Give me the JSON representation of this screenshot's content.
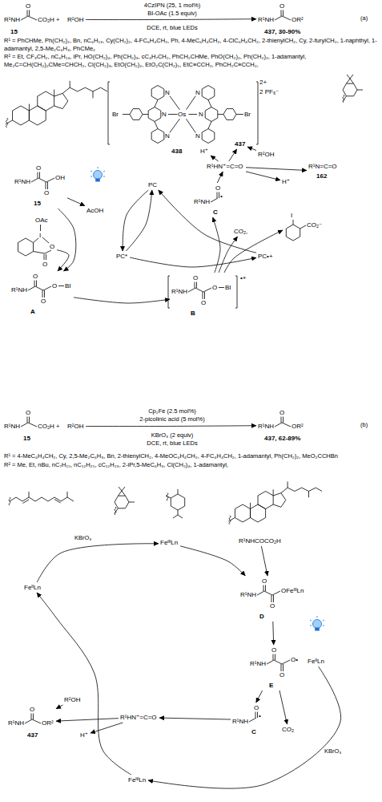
{
  "diagram": {
    "nodes": [
      {
        "text": [
          "O",
          "R¹NH",
          "CO₂H",
          "15"
        ]
      },
      {
        "text": [
          "R²OH"
        ]
      },
      {
        "text": [
          "O",
          "R¹NH",
          "OR²",
          "437, 30-90%"
        ]
      },
      {
        "text": [
          "Br",
          "N",
          "N",
          "N",
          "Os",
          "N",
          "N",
          "N",
          "Br",
          "2+",
          "2 PF₆⁻",
          "438"
        ]
      },
      {
        "text": [
          "O",
          "R¹NH",
          "OH",
          "O",
          "15"
        ]
      },
      {
        "text": [
          "PC"
        ]
      },
      {
        "text": [
          "PC*"
        ]
      },
      {
        "text": [
          "PC•+"
        ]
      },
      {
        "text": [
          "OAc",
          "I",
          "O",
          "O"
        ]
      },
      {
        "text": [
          "O",
          "R¹NH",
          "O",
          "BI",
          "O",
          "A"
        ]
      },
      {
        "text": [
          "O",
          "R¹NH",
          "O",
          "BI",
          "O",
          "•+",
          "B"
        ]
      },
      {
        "text": [
          "O",
          "R¹NH",
          "•",
          "C"
        ]
      },
      {
        "text": [
          "I",
          "CO₂⁻"
        ]
      },
      {
        "text": [
          "CO₂,"
        ]
      },
      {
        "text": [
          "R¹HN⁺=C=O"
        ]
      },
      {
        "text": [
          "R¹N=C=O",
          "162"
        ]
      },
      {
        "text": [
          "437"
        ]
      },
      {
        "text": [
          "R²OH"
        ]
      },
      {
        "text": [
          "H⁺"
        ]
      },
      {
        "text": [
          "H⁺"
        ]
      },
      {
        "text": [
          "AcOH"
        ]
      },
      {
        "text": [
          "O",
          "R¹NH",
          "CO₂H",
          "15"
        ]
      },
      {
        "text": [
          "R²OH"
        ]
      },
      {
        "text": [
          "O",
          "R¹NH",
          "OR²",
          "437, 62-89%"
        ]
      },
      {
        "text": [
          "FeᴵᴵᴵLn"
        ]
      },
      {
        "text": [
          "R¹NHCOCO₂H"
        ]
      },
      {
        "text": [
          "O",
          "R¹NH",
          "OFeᴵᴵᴵLn",
          "O",
          "D"
        ]
      },
      {
        "text": [
          "O",
          "R¹NH",
          "O•",
          "O",
          "E"
        ]
      },
      {
        "text": [
          "FeᴵᴵLn"
        ]
      },
      {
        "text": [
          "O",
          "R¹NH",
          "•",
          "C"
        ]
      },
      {
        "text": [
          "CO₂"
        ]
      },
      {
        "text": [
          "FeᴵᴵᴵLn"
        ]
      },
      {
        "text": [
          "R¹HN⁺=C=O"
        ]
      },
      {
        "text": [
          "R²OH"
        ]
      },
      {
        "text": [
          "H⁺"
        ]
      },
      {
        "text": [
          "O",
          "R¹NH",
          "OR²",
          "437"
        ]
      },
      {
        "text": [
          "FeᴵᴵLn"
        ]
      }
    ],
    "edges": [
      {
        "from": 1,
        "to": 2,
        "arrow": "to"
      },
      {
        "from": 4,
        "to": 9,
        "arrow": "to"
      },
      {
        "from": 8,
        "to": 9,
        "arrow": "to"
      },
      {
        "from": 4,
        "to": 20,
        "arrow": "to"
      },
      {
        "from": 5,
        "to": 6,
        "arrow": "to"
      },
      {
        "from": 6,
        "to": 5,
        "arrow": "to"
      },
      {
        "from": 6,
        "to": 7,
        "arrow": "to"
      },
      {
        "from": 9,
        "to": 10,
        "arrow": "to"
      },
      {
        "from": 7,
        "to": 5,
        "arrow": "to"
      },
      {
        "from": 10,
        "to": 11,
        "arrow": "to"
      },
      {
        "from": 10,
        "to": 13,
        "arrow": "to"
      },
      {
        "from": 10,
        "to": 12,
        "arrow": "to"
      },
      {
        "from": 11,
        "to": 14,
        "arrow": "to"
      },
      {
        "from": 14,
        "to": 16,
        "arrow": "to"
      },
      {
        "from": 17,
        "to": 16,
        "arrow": "to"
      },
      {
        "from": 14,
        "to": 18,
        "arrow": "to"
      },
      {
        "from": 14,
        "to": 15,
        "arrow": "to"
      },
      {
        "from": 14,
        "to": 19,
        "arrow": "to"
      },
      {
        "from": 22,
        "to": 23,
        "arrow": "to"
      },
      {
        "from": 36,
        "to": 24,
        "label": "KBrO₃",
        "arrow": "to"
      },
      {
        "from": 24,
        "to": 26,
        "arrow": "to"
      },
      {
        "from": 25,
        "to": 26,
        "arrow": "to"
      },
      {
        "from": 26,
        "to": 27,
        "arrow": "to"
      },
      {
        "from": 27,
        "to": 29,
        "arrow": "to"
      },
      {
        "from": 27,
        "to": 30,
        "arrow": "to"
      },
      {
        "from": 28,
        "to": 31,
        "label": "KBrO₃",
        "arrow": "to"
      },
      {
        "from": 29,
        "to": 32,
        "arrow": "to"
      },
      {
        "from": 31,
        "to": 36,
        "arrow": "to"
      },
      {
        "from": 32,
        "to": 35,
        "arrow": "to"
      },
      {
        "from": 32,
        "to": 34,
        "arrow": "to"
      },
      {
        "from": 33,
        "to": 35,
        "arrow": "to"
      }
    ],
    "labels": [
      "4CzIPN (25, 1 mol%)",
      "BI-OAc (1.5 equiv)",
      "DCE, rt, blue LEDs",
      "(a)",
      "+",
      "R¹ = PhCHMe, Ph(CH₂)₂, Bn, nC₆H₁₃, Cy(CH₂)₂, 4-FC₆H₄CH₂, Ph, 4-MeC₆H₄CH₂, 4-ClC₆H₄CH₂, 2-thienylCH₂, Cy, 2-furylCH₂, 1-naphthyl, 1-adamantyl, 2,5-Me₂C₆H₃, PhCMe₂",
      "R² = Et, CF₃CH₂, nC₆H₁₃, iPr, HO(CH₂)₄, Ph(CH₂)₃, cC₄H₇CH₂, PhCH₂CHMe, PhO(CH₂)₂, Ph(CH₂)₂, 1-adamantyl, Me₂C=CH(CH₂)₂CMe=CHCH₂, Cl(CH₂)₃, EtO(CH₂)₂, EtO₂C(CH₂)₅, EtC≡CCH₂, PhCH₂C≡CCH₂,",
      "Cp₂Fe (2.5 mol%)",
      "2-picolinic acid (5 mol%)",
      "KBrO₃ (2 equiv)",
      "DCE, rt, blue LEDs",
      "(b)",
      "+",
      "R¹ = 4-MeC₆H₄CH₂, Cy, 2,5-Me₂C₆H₃, Bn, 2-thienylCH₂, 4-MeOC₆H₄CH₂, 4-FC₆H₄CH₂, 1-adamantyl, Ph(CH₂)₂, MeO₂CCHBn",
      "R² = Me, Et, nBu, nC₇H₁₅, nC₁₂H₂₅, cC₁₂H₂₃, 2-iPr,5-MeC₆H₃, Cl(CH₂)₄, 1-adamantyl,"
    ]
  }
}
